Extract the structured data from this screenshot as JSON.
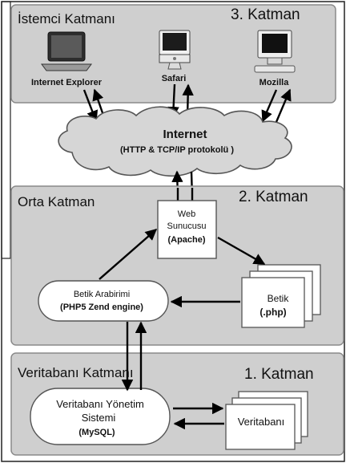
{
  "layers": {
    "client": {
      "title": "İstemci Katmanı",
      "tier": "3. Katman"
    },
    "middle": {
      "title": "Orta Katman",
      "tier": "2. Katman"
    },
    "database": {
      "title": "Veritabanı Katmanı",
      "tier": "1. Katman"
    }
  },
  "clients": [
    {
      "label": "Internet Explorer",
      "icon": "laptop-icon"
    },
    {
      "label": "Safari",
      "icon": "imac-icon"
    },
    {
      "label": "Mozilla",
      "icon": "desktop-monitor-icon"
    }
  ],
  "internet": {
    "title": "Internet",
    "subtitle": "(HTTP & TCP/IP protokolü )"
  },
  "web_server": {
    "line1": "Web",
    "line2": "Sunucusu",
    "line3": "(Apache)"
  },
  "scripts": {
    "line1": "Betik",
    "line2": "(.php)"
  },
  "script_interface": {
    "line1": "Betik Arabirimi",
    "line2": "(PHP5 Zend engine)"
  },
  "dbms": {
    "line1": "Veritabanı Yönetim",
    "line2": "Sistemi",
    "line3": "(MySQL)"
  },
  "database_store": {
    "label": "Veritabanı"
  },
  "colors": {
    "panel": "#cfcfcf",
    "panel_border": "#8a8a8a",
    "box": "#ffffff",
    "arrow": "#000000",
    "cloud": "#d6d6d6"
  }
}
